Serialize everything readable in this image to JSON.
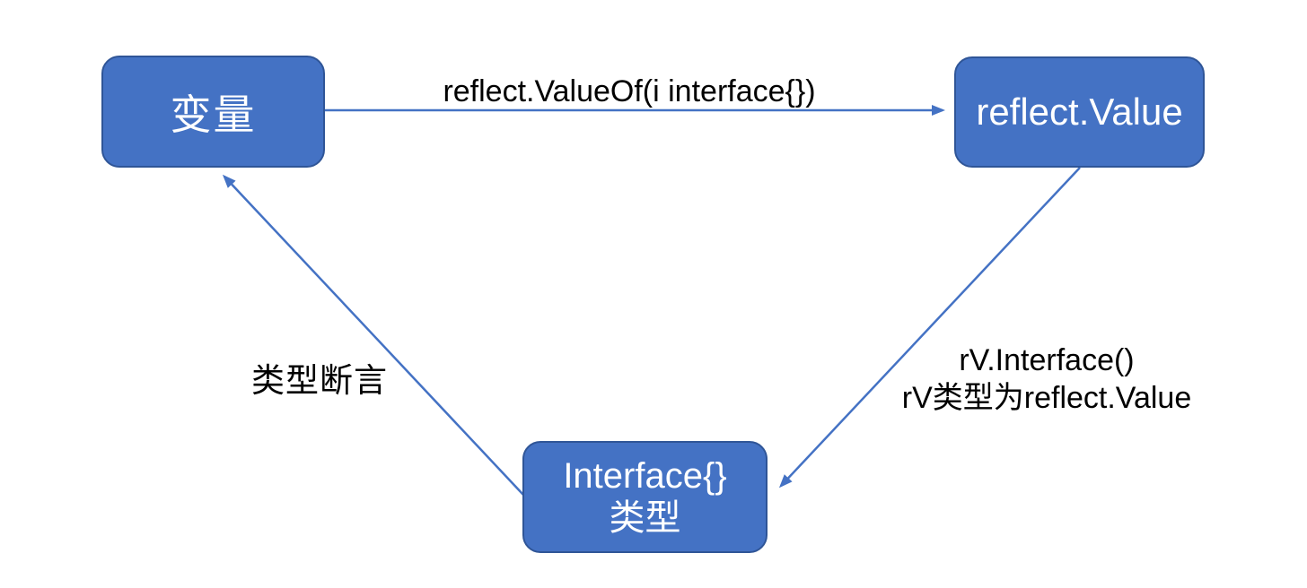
{
  "nodes": {
    "variable": {
      "label": "变量"
    },
    "reflect_value": {
      "label": "reflect.Value"
    },
    "interface_type": {
      "line1": "Interface{}",
      "line2": "类型"
    }
  },
  "edges": {
    "value_of": {
      "label": "reflect.ValueOf(i interface{})",
      "from": "variable",
      "to": "reflect_value"
    },
    "type_assertion": {
      "label": "类型断言",
      "from": "interface_type",
      "to": "variable"
    },
    "to_interface": {
      "line1": "rV.Interface()",
      "line2": "rV类型为reflect.Value",
      "from": "reflect_value",
      "to": "interface_type"
    }
  },
  "colors": {
    "node_fill": "#4472C4",
    "node_border": "#2F5597",
    "arrow": "#4472C4",
    "node_text": "#FFFFFF",
    "label_text": "#000000"
  }
}
